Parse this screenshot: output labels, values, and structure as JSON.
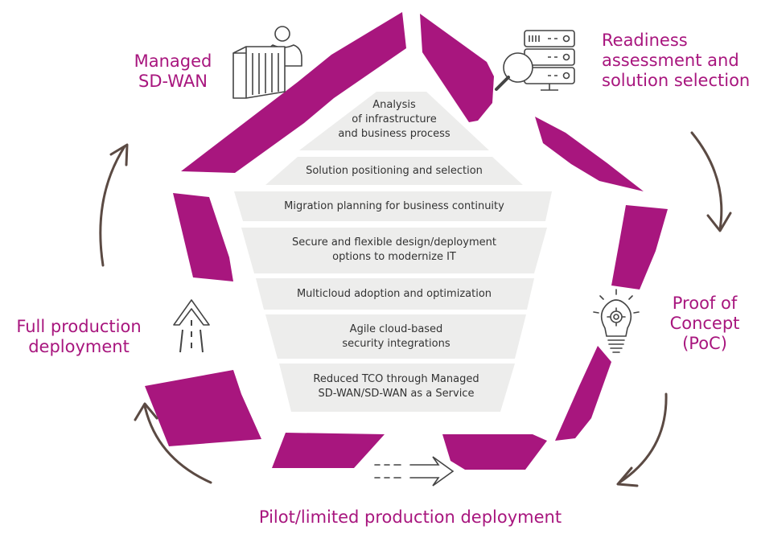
{
  "phases": {
    "managed": "Managed\nSD-WAN",
    "readiness": "Readiness\nassessment and\nsolution selection",
    "poc": "Proof of\nConcept\n(PoC)",
    "pilot": "Pilot/limited production deployment",
    "full": "Full production\ndeployment"
  },
  "steps": [
    "Analysis\nof infrastructure\nand business process",
    "Solution positioning and selection",
    "Migration planning for business continuity",
    "Secure and flexible design/deployment\noptions to modernize IT",
    "Multicloud adoption and optimization",
    "Agile cloud-based\nsecurity integrations",
    "Reduced TCO through Managed\nSD-WAN/SD-WAN as a Service"
  ],
  "icons": {
    "managed": "person-with-appliance-icon",
    "readiness": "server-magnifier-icon",
    "poc": "gear-lightbulb-icon",
    "pilot": "dashed-arrow-right-icon",
    "full": "road-arrow-up-icon"
  },
  "colors": {
    "accent": "#a8167e",
    "pyramid": "#ededec",
    "arrow": "#5b4a43",
    "icon": "#444444"
  }
}
